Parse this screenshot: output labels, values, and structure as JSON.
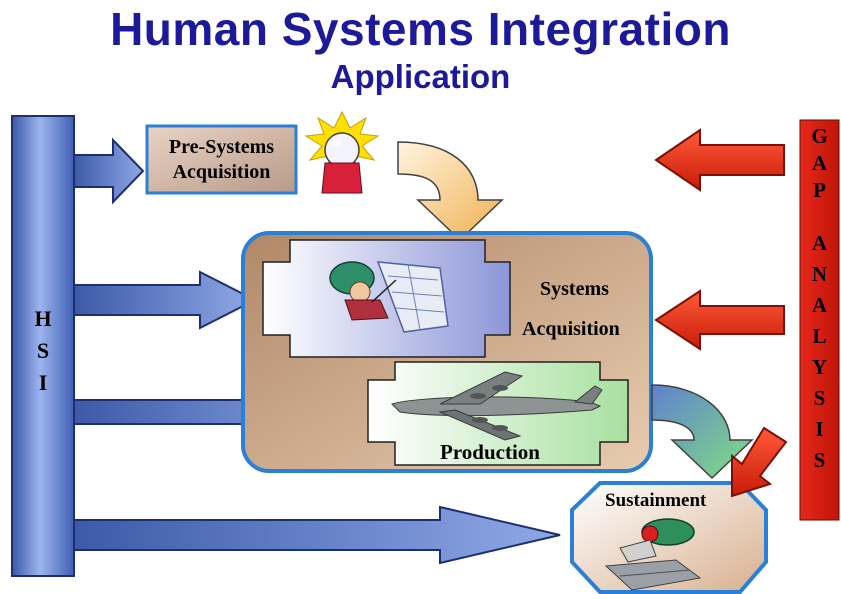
{
  "title": "Human Systems Integration",
  "subtitle": "Application",
  "hsi_letters": [
    "H",
    "S",
    "I"
  ],
  "gap_letters": [
    "G",
    "A",
    "P",
    "A",
    "N",
    "A",
    "L",
    "Y",
    "S",
    "I",
    "S"
  ],
  "stages": {
    "pre_systems_line1": "Pre-Systems",
    "pre_systems_line2": "Acquisition",
    "systems_line1": "Systems",
    "systems_line2": "Acquisition",
    "production": "Production",
    "sustainment": "Sustainment"
  },
  "colors": {
    "title": "#1c1a9a",
    "blue_arrow": "#5f7fcc",
    "red_arrow": "#e03010",
    "container_border": "#2a7fd6",
    "tan": "#c8a080"
  },
  "icons": [
    "crystal-ball-icon",
    "engineer-icon",
    "cargo-plane-icon",
    "mechanic-icon"
  ]
}
